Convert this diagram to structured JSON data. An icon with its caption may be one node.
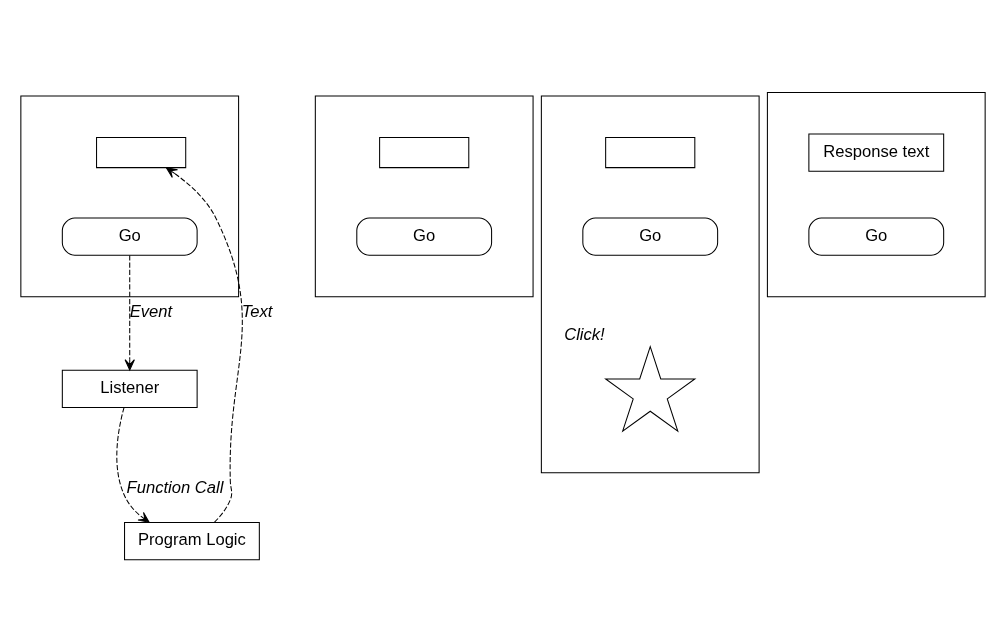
{
  "diagram": {
    "nodes": [
      {
        "text": [
          "Program Logic"
        ]
      },
      {
        "text": [
          "Listener"
        ]
      },
      {
        "text": [],
        "shape": "box"
      },
      {
        "text": [],
        "shape": "box",
        "in": 2
      },
      {
        "text": [
          "Go"
        ],
        "in": 2
      },
      {
        "text": [],
        "shape": "box"
      },
      {
        "text": [],
        "shape": "box",
        "in": 5
      },
      {
        "text": [
          "Go"
        ],
        "in": 5
      },
      {
        "text": [],
        "shape": "box"
      },
      {
        "text": [],
        "shape": "box",
        "in": 8
      },
      {
        "text": [
          "Go"
        ],
        "in": 8
      },
      {
        "text": [],
        "shape": "star",
        "in": 8,
        "beside": [
          "Click!"
        ]
      },
      {
        "text": [],
        "shape": "box"
      },
      {
        "text": [
          "Response text"
        ],
        "in": 12
      },
      {
        "text": [
          "Go"
        ],
        "in": 12
      }
    ],
    "edges": [
      {
        "from": 1,
        "to": 0,
        "arrow": "to",
        "label": "Function Call",
        "style": "dashed"
      },
      {
        "from": 0,
        "to": 3,
        "arrow": "to",
        "label": "Text",
        "style": "dashed"
      },
      {
        "from": 4,
        "to": 1,
        "arrow": "to",
        "label": "Event",
        "style": "dashed"
      }
    ]
  }
}
